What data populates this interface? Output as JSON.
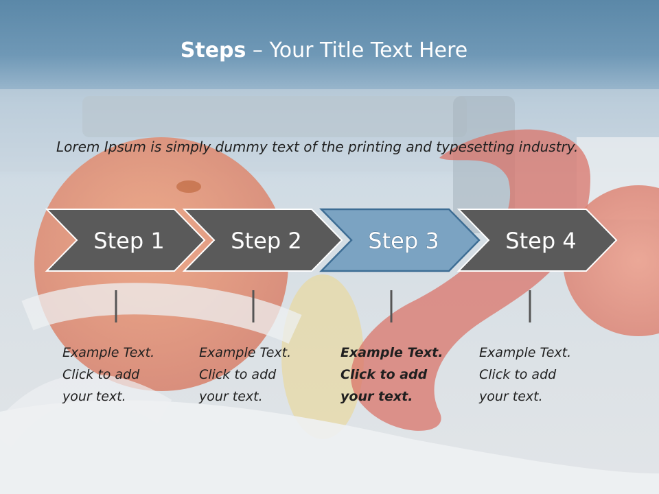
{
  "title": {
    "bold": "Steps",
    "rest": " – Your Title Text Here"
  },
  "intro": "Lorem Ipsum is simply dummy text of the printing and typesetting industry.",
  "steps": [
    {
      "label": "Step 1",
      "fill": "#5a5a5a",
      "highlighted": false,
      "text": [
        "Example Text.",
        "Click  to add",
        "your text."
      ]
    },
    {
      "label": "Step 2",
      "fill": "#5a5a5a",
      "highlighted": false,
      "text": [
        "Example Text.",
        "Click  to add",
        "your text."
      ]
    },
    {
      "label": "Step 3",
      "fill": "#7ba3c2",
      "highlighted": true,
      "text": [
        "Example Text.",
        "Click  to add",
        "your text."
      ]
    },
    {
      "label": "Step 4",
      "fill": "#5a5a5a",
      "highlighted": false,
      "text": [
        "Example Text.",
        "Click  to add",
        "your text."
      ]
    }
  ],
  "colors": {
    "chevron_dark": "#5a5a5a",
    "chevron_accent": "#7ba3c2",
    "chevron_border": "#ffffff",
    "title": "#ffffff"
  }
}
